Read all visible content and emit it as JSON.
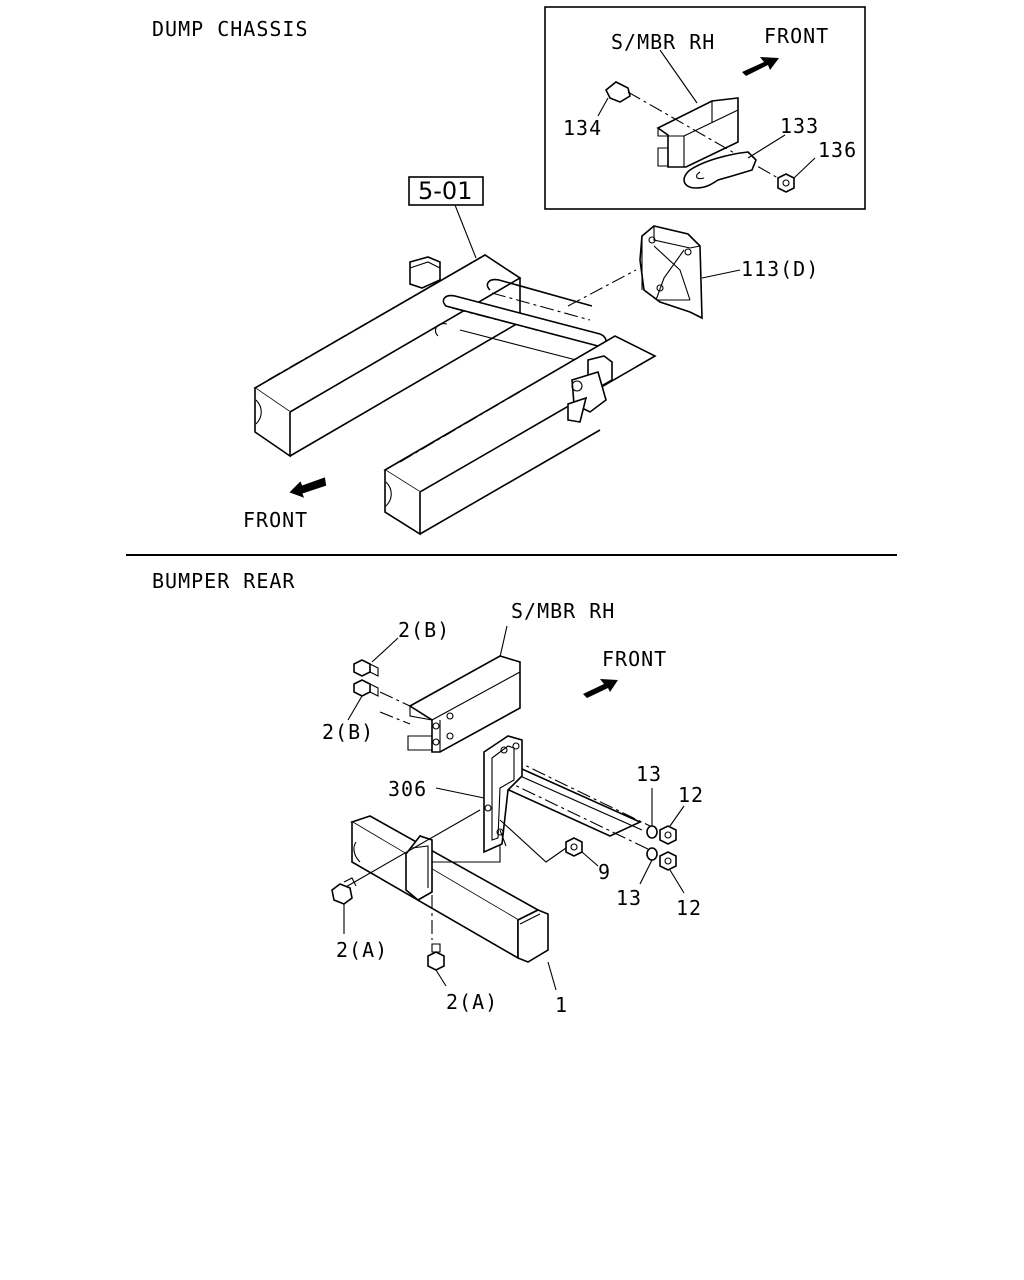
{
  "sections": {
    "dump_chassis": {
      "title": "DUMP CHASSIS",
      "front_label": "FRONT",
      "ref_box": "5-01",
      "part_113": "113(D)",
      "inset": {
        "member_label": "S/MBR RH",
        "front_label": "FRONT",
        "part_134": "134",
        "part_133": "133",
        "part_136": "136"
      }
    },
    "bumper_rear": {
      "title": "BUMPER REAR",
      "member_label": "S/MBR RH",
      "front_label": "FRONT",
      "part_2b_top": "2(B)",
      "part_2b_bottom": "2(B)",
      "part_306": "306",
      "part_13_top": "13",
      "part_12_top": "12",
      "part_9": "9",
      "part_13_bottom": "13",
      "part_12_bottom": "12",
      "part_2a_left": "2(A)",
      "part_2a_bottom": "2(A)",
      "part_1": "1"
    }
  }
}
